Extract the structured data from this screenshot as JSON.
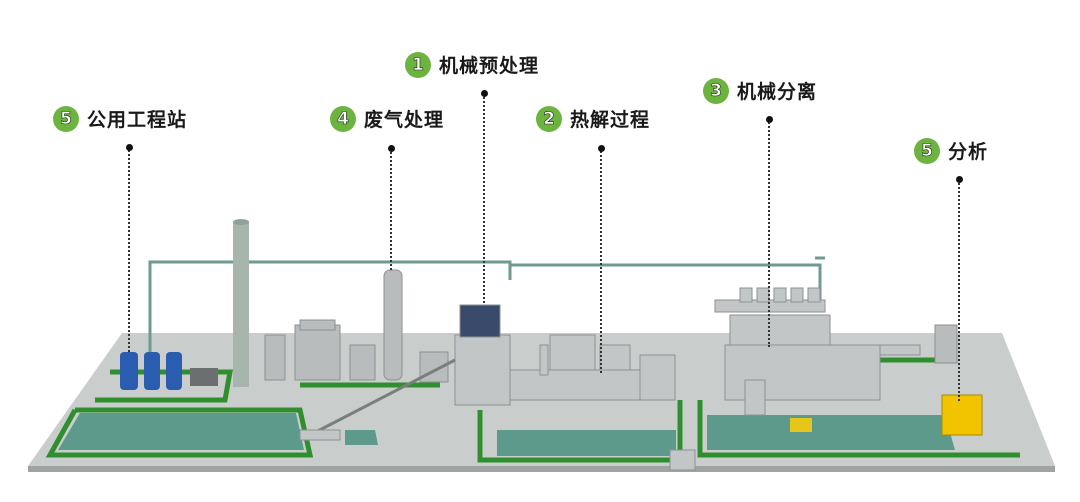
{
  "labels": [
    {
      "number": "1",
      "text": "机械预处理"
    },
    {
      "number": "2",
      "text": "热解过程"
    },
    {
      "number": "3",
      "text": "机械分离"
    },
    {
      "number": "4",
      "text": "废气处理"
    },
    {
      "number": "5",
      "text": "公用工程站"
    },
    {
      "number": "5",
      "text": "分析"
    }
  ],
  "colors": {
    "badge": "#6db33f",
    "floor": "#c9cdcc",
    "strip": "#2f8f2f",
    "pool": "#5e9a8c",
    "equipment": "#b9bcbd"
  }
}
